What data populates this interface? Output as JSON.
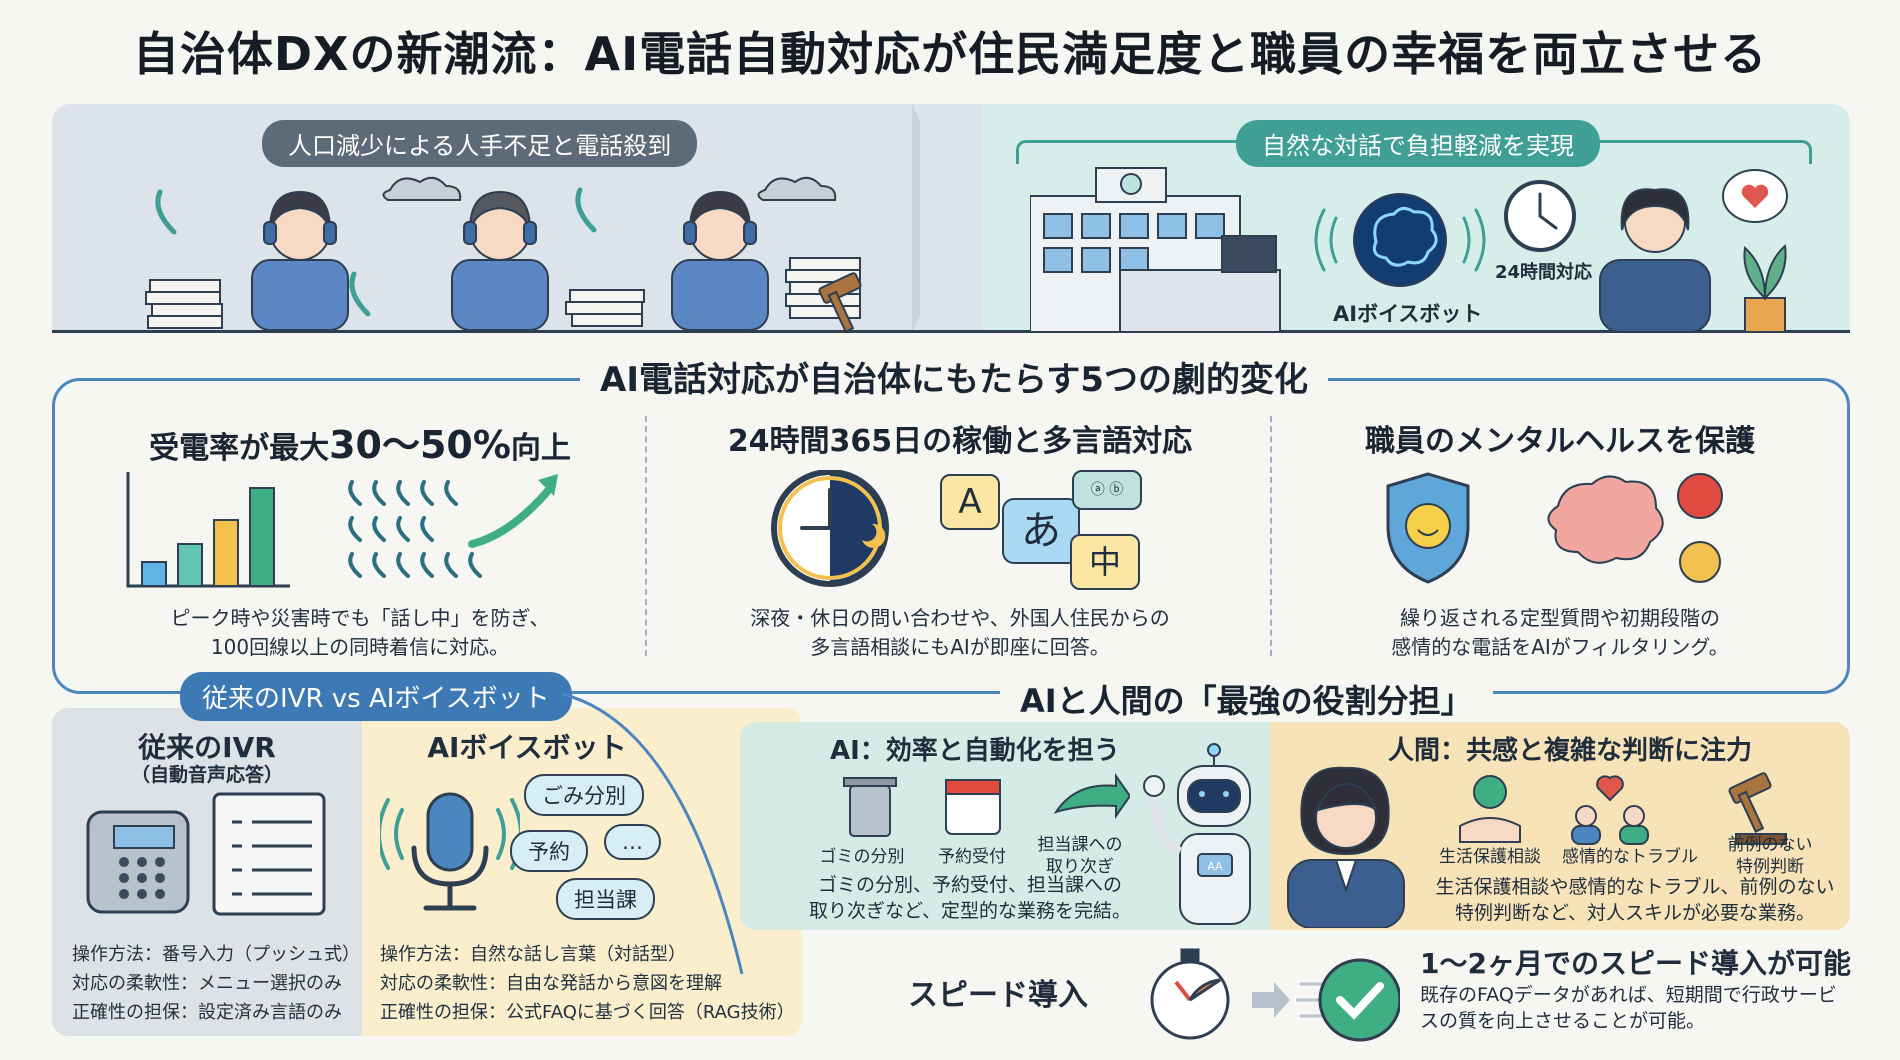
{
  "title": "自治体DXの新潮流：AI電話自動対応が住民満足度と職員の幸福を両立させる",
  "banner": {
    "problem_label": "人口減少による人手不足と電話殺到",
    "solution_label": "自然な対話で負担軽減を実現",
    "ai_voicebot_label": "AIボイスボット",
    "hours_label": "24時間対応"
  },
  "changes": {
    "title": "AI電話対応が自治体にもたらす5つの劇的変化",
    "columns": [
      {
        "title_prefix": "受電率が最大",
        "title_big": "30～50%",
        "title_suffix": "向上",
        "text_line1": "ピーク時や災害時でも「話し中」を防ぎ、",
        "text_line2": "100回線以上の同時着信に対応。"
      },
      {
        "title": "24時間365日の稼働と多言語対応",
        "glyph_a": "A",
        "glyph_hira": "あ",
        "glyph_kanji": "中",
        "text_line1": "深夜・休日の問い合わせや、外国人住民からの",
        "text_line2": "多言語相談にもAIが即座に回答。"
      },
      {
        "title": "職員のメンタルヘルスを保護",
        "text_line1": "繰り返される定型質問や初期段階の",
        "text_line2": "感情的な電話をAIがフィルタリング。"
      }
    ]
  },
  "compare": {
    "title": "従来のIVR vs AIボイスボット",
    "ivr_title": "従来のIVR",
    "ivr_sub": "（自動音声応答）",
    "ivr_items": [
      "操作方法：番号入力（プッシュ式）",
      "対応の柔軟性：メニュー選択のみ",
      "正確性の担保：設定済み言語のみ"
    ],
    "bot_title": "AIボイスボット",
    "bot_bubbles": [
      "ごみ分別",
      "予約",
      "…",
      "担当課"
    ],
    "bot_items": [
      "操作方法：自然な話し言葉（対話型）",
      "対応の柔軟性：自由な発話から意図を理解",
      "正確性の担保：公式FAQに基づく回答（RAG技術）"
    ]
  },
  "roles": {
    "title": "AIと人間の「最強の役割分担」",
    "ai_title": "AI：効率と自動化を担う",
    "ai_icons": [
      "ゴミの分別",
      "予約受付",
      "担当課への",
      "取り次ぎ"
    ],
    "ai_text_line1": "ゴミの分別、予約受付、担当課への",
    "ai_text_line2": "取り次ぎなど、定型的な業務を完結。",
    "robot_badge": "AA",
    "human_title": "人間：共感と複雑な判断に注力",
    "human_icons": [
      "生活保護相談",
      "感情的なトラブル",
      "前例のない",
      "特例判断"
    ],
    "human_text_line1": "生活保護相談や感情的なトラブル、前例のない",
    "human_text_line2": "特例判断など、対人スキルが必要な業務。"
  },
  "speed": {
    "label": "スピード導入",
    "headline": "1～2ヶ月でのスピード導入が可能",
    "text_line1": "既存のFAQデータがあれば、短期間で行政サービ",
    "text_line2": "スの質を向上させることが可能。"
  },
  "colors": {
    "accent_blue": "#4b86c0",
    "teal": "#3f9f95",
    "bar_blue": "#5fb3e6",
    "bar_teal": "#63c6b3",
    "bar_yellow": "#f2c14e",
    "bar_green": "#3fae84"
  }
}
